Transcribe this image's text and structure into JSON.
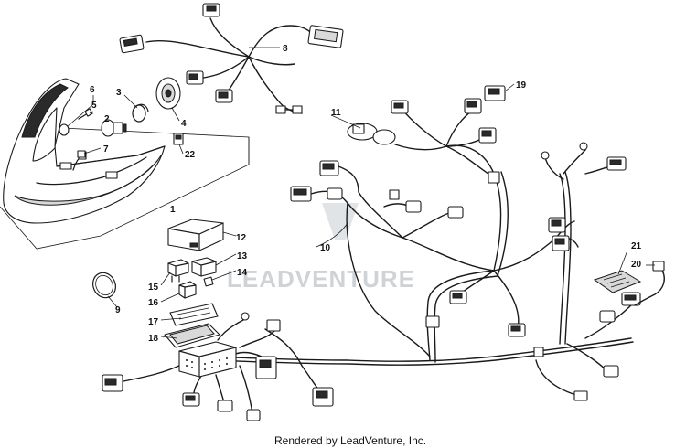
{
  "diagram": {
    "callouts": {
      "c1": "1",
      "c2": "2",
      "c3": "3",
      "c4": "4",
      "c5": "5",
      "c6": "6",
      "c7": "7",
      "c8": "8",
      "c9": "9",
      "c10": "10",
      "c11": "11",
      "c12": "12",
      "c13": "13",
      "c14": "14",
      "c15": "15",
      "c16": "16",
      "c17": "17",
      "c18": "18",
      "c19": "19",
      "c20": "20",
      "c21": "21",
      "c22": "22"
    },
    "watermark": "LEADVENTURE",
    "credit": "Rendered by LeadVenture, Inc."
  }
}
